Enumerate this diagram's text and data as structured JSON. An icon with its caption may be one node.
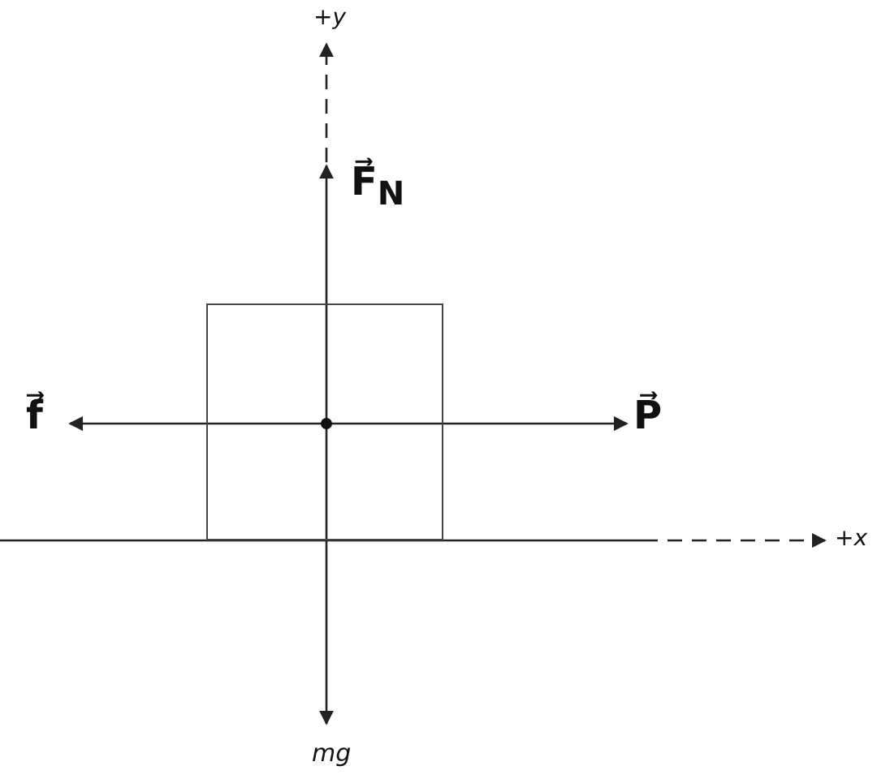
{
  "diagram": {
    "nodes": [
      {
        "text": [],
        "shape": "box"
      }
    ],
    "labels": [
      "+y",
      "F⃗$_{N}$",
      "f⃗",
      "P⃗",
      "+x",
      "mg"
    ]
  }
}
